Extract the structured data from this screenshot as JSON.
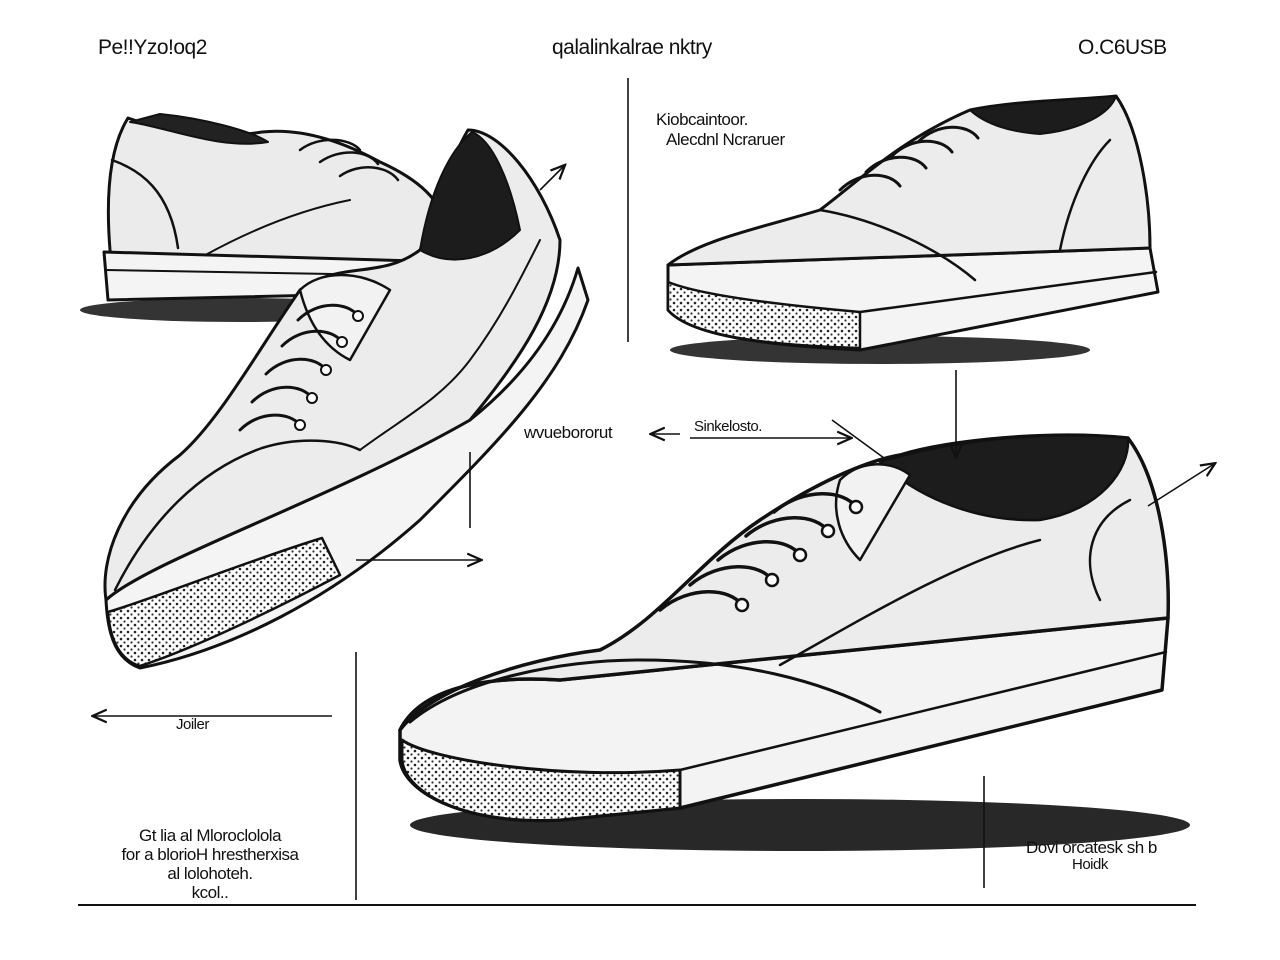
{
  "header": {
    "left": "Pe!!Yzo!oq2",
    "center": "qalalinkalrae nktry",
    "right": "O.C6USB"
  },
  "callouts": {
    "top_right_line1": "Kiobcaintoor.",
    "top_right_line2": "Alecdnl Ncraruer",
    "mid_left": "wvuebororut",
    "mid_center": "Sinkelosto.",
    "bottom_left_small": "Joiler",
    "bottom_left_note": [
      "Gt lia al Mloroclolola",
      "for a blorioH hrestherxisa",
      "al lolohoteh.",
      "kcol.."
    ],
    "bottom_right_line1": "Dovi orcatesk sh b",
    "bottom_right_line2": "Hoidk"
  },
  "colors": {
    "ink": "#111111",
    "paper": "#ffffff",
    "shade": "#e9e9e9",
    "midtone": "#d2d2d2"
  }
}
